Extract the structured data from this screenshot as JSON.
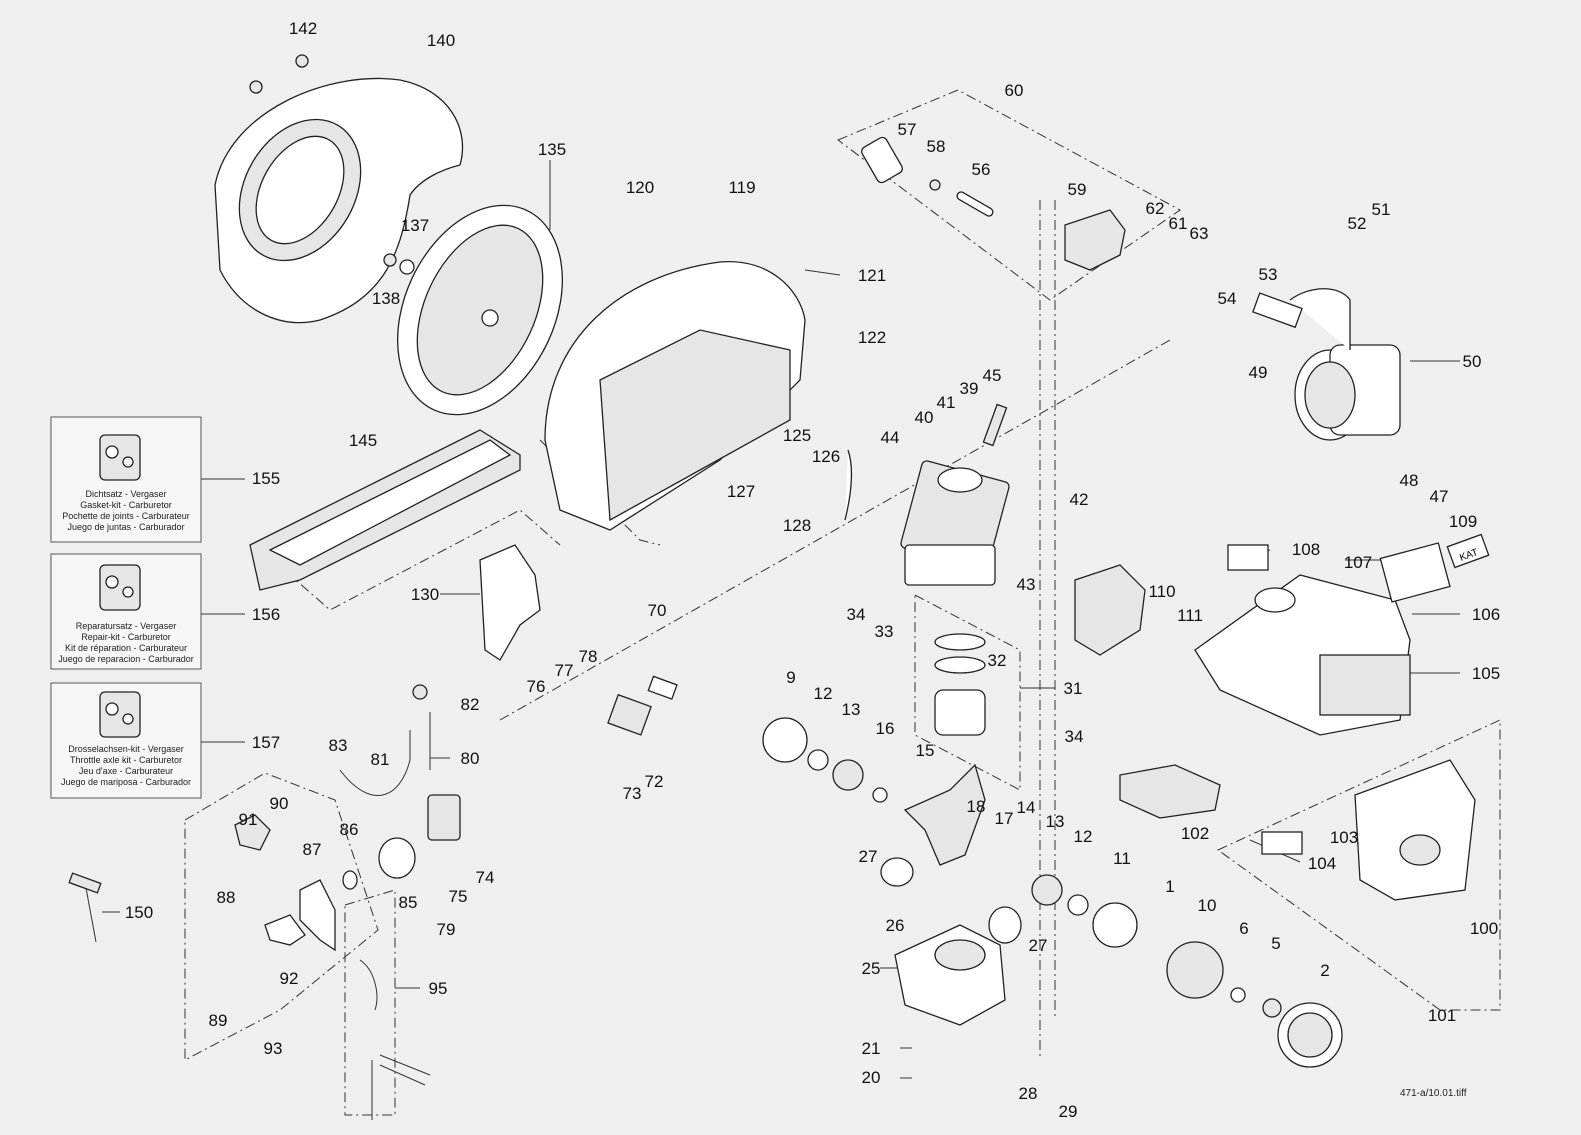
{
  "file_id": "471-a/10.01.tiff",
  "callouts": [
    "142",
    "140",
    "135",
    "137",
    "138",
    "120",
    "119",
    "121",
    "122",
    "145",
    "155",
    "156",
    "157",
    "130",
    "125",
    "126",
    "127",
    "128",
    "60",
    "57",
    "58",
    "56",
    "59",
    "62",
    "61",
    "63",
    "52",
    "51",
    "53",
    "54",
    "50",
    "49",
    "48",
    "47",
    "41",
    "40",
    "39",
    "45",
    "44",
    "42",
    "43",
    "109",
    "108",
    "107",
    "106",
    "110",
    "111",
    "105",
    "34",
    "33",
    "32",
    "31",
    "70",
    "76",
    "77",
    "78",
    "82",
    "83",
    "81",
    "80",
    "73",
    "72",
    "74",
    "75",
    "79",
    "85",
    "86",
    "87",
    "88",
    "89",
    "90",
    "91",
    "92",
    "93",
    "95",
    "150",
    "9",
    "12",
    "13",
    "16",
    "15",
    "18",
    "17",
    "14",
    "13",
    "12",
    "11",
    "34",
    "27",
    "26",
    "27",
    "25",
    "21",
    "20",
    "28",
    "29",
    "102",
    "103",
    "104",
    "100",
    "101",
    "1",
    "10",
    "6",
    "5",
    "2"
  ],
  "kits": [
    {
      "name": "155",
      "lines": [
        "Dichtsatz - Vergaser",
        "Gasket-kit - Carburetor",
        "Pochette de joints - Carburateur",
        "Juego de juntas - Carburador"
      ]
    },
    {
      "name": "156",
      "lines": [
        "Reparatursatz - Vergaser",
        "Repair-kit - Carburetor",
        "Kit de réparation - Carburateur",
        "Juego de reparacion - Carburador"
      ]
    },
    {
      "name": "157",
      "lines": [
        "Drosselachsen-kit - Vergaser",
        "Throttle axle kit - Carburetor",
        "Jeu d'axe - Carburateur",
        "Juego de mariposa - Carburador"
      ]
    }
  ],
  "label_kat": "KAT"
}
